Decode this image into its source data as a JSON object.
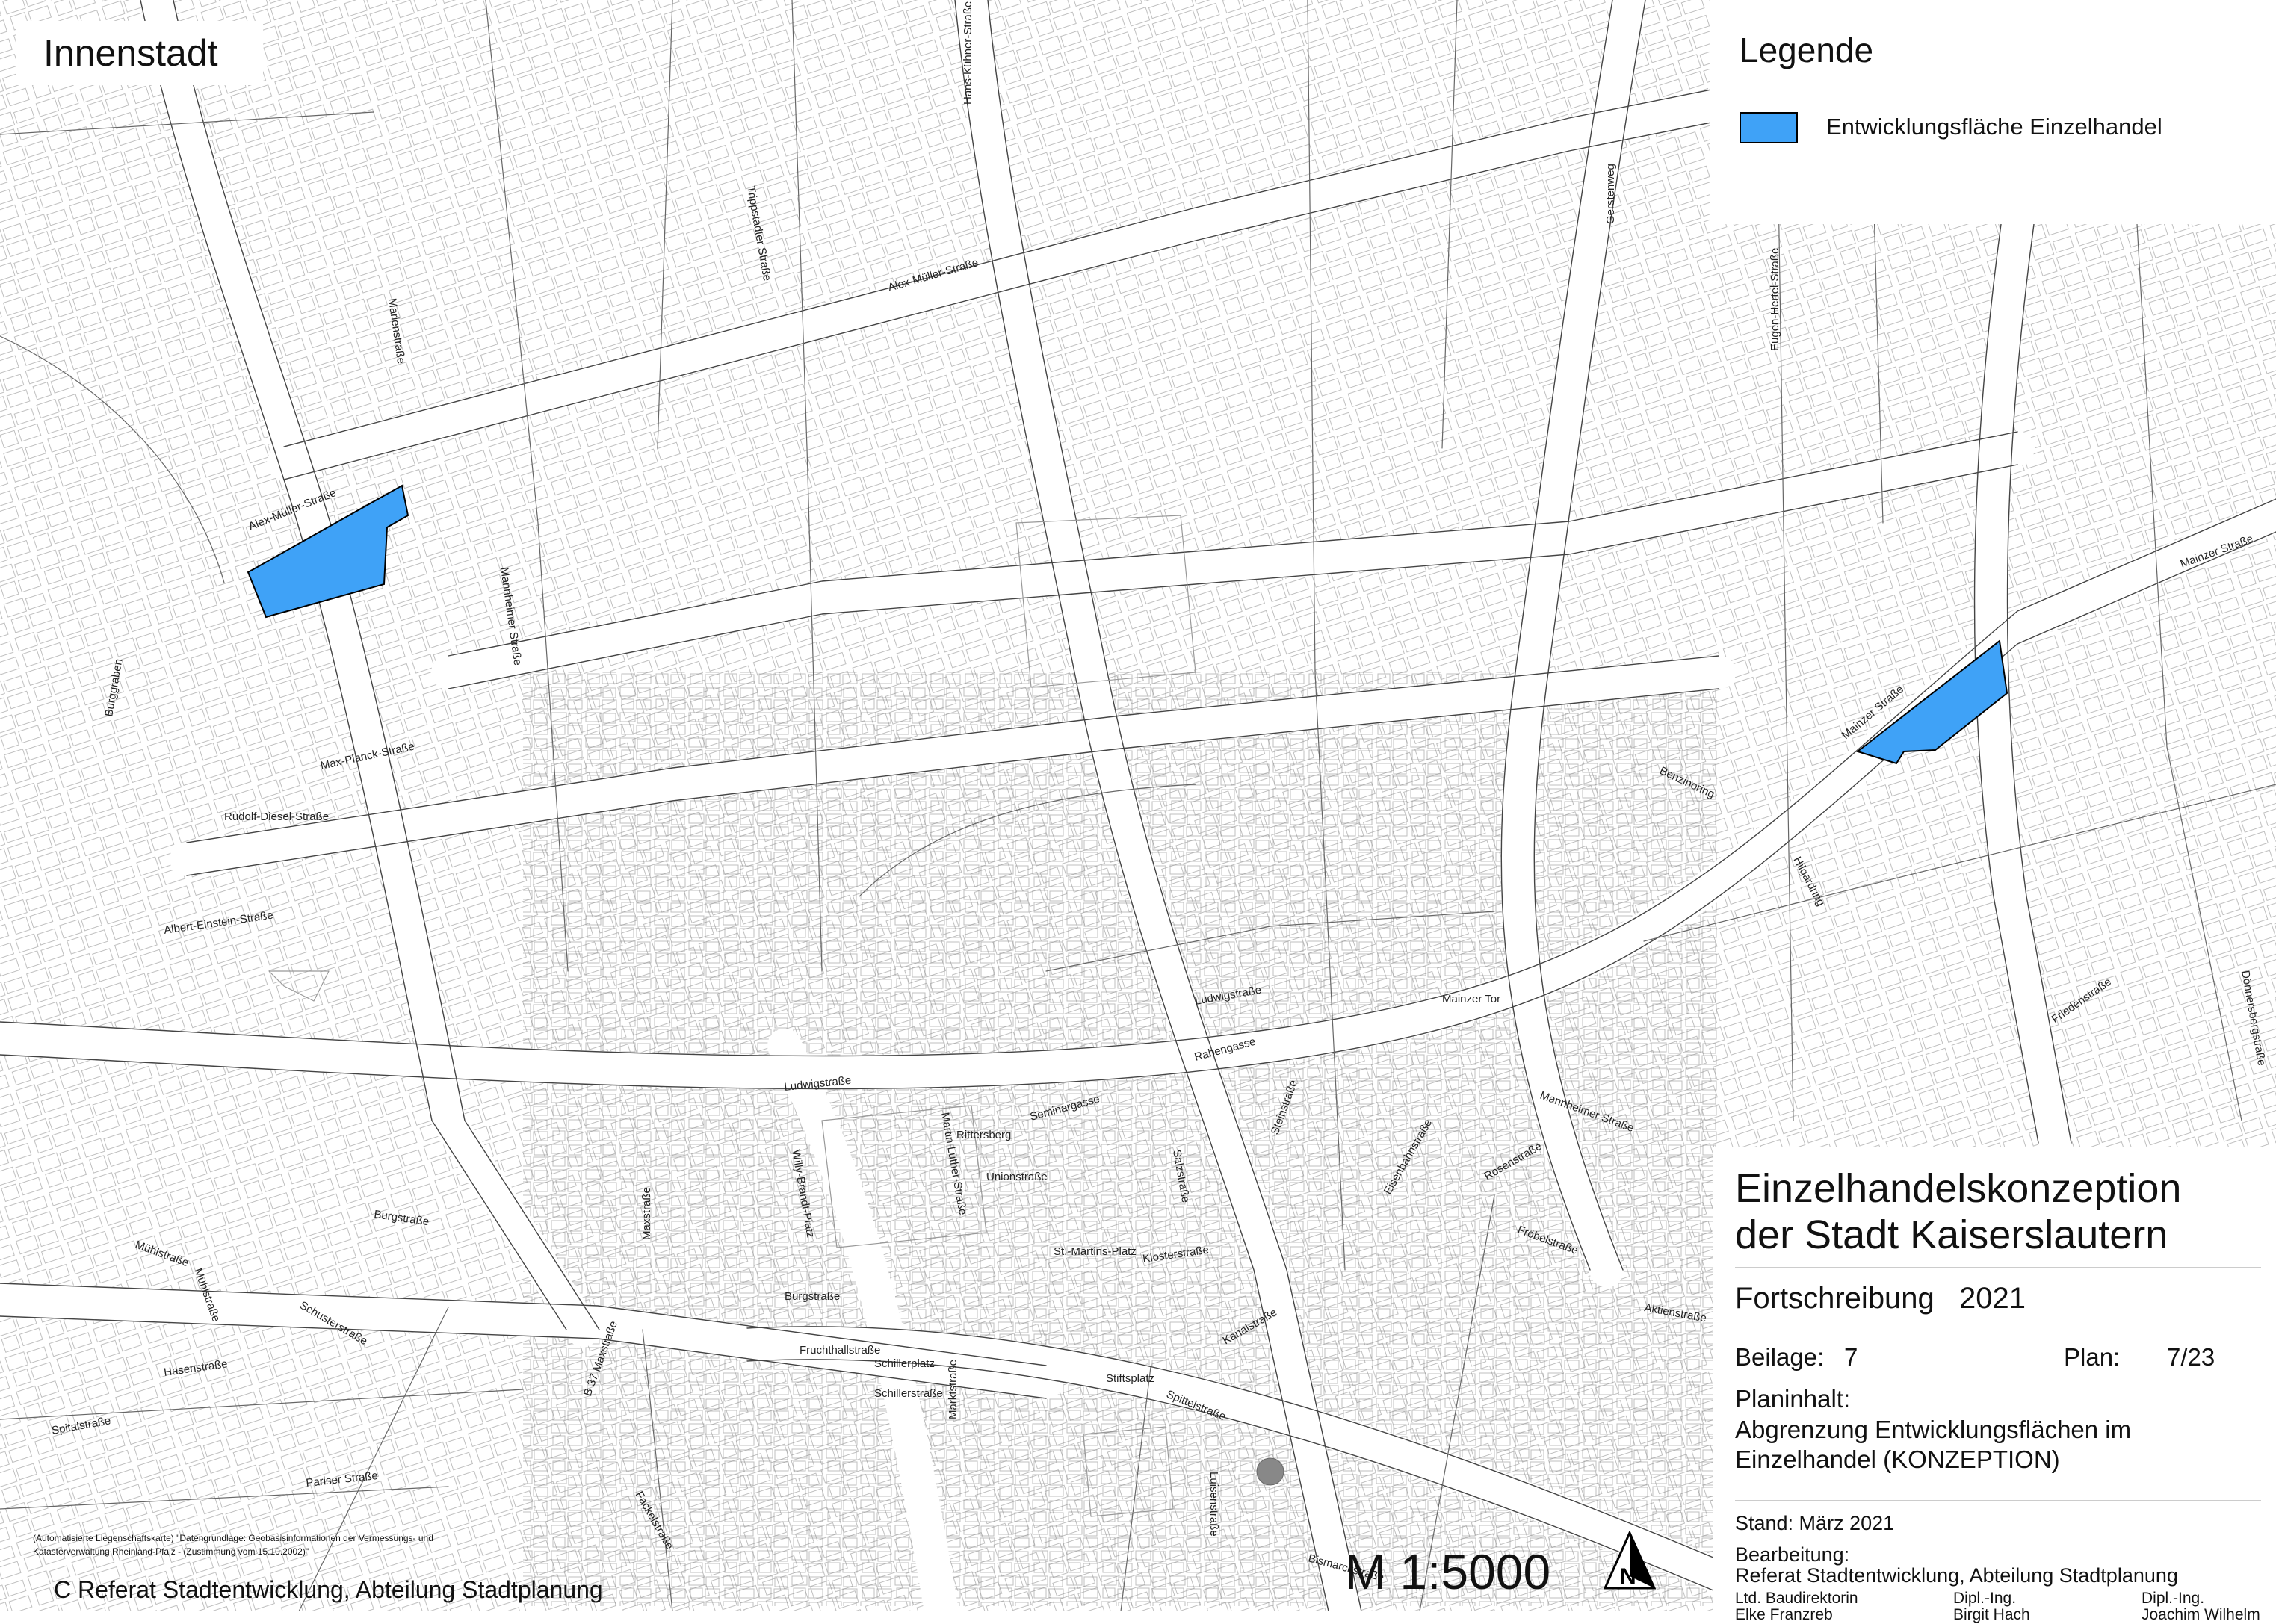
{
  "title": "Innenstadt",
  "legend": {
    "heading": "Legende",
    "items": [
      {
        "label": "Entwicklungsfläche Einzelhandel",
        "color": "#3fa2f7"
      }
    ]
  },
  "info": {
    "title_line1": "Einzelhandelskonzeption",
    "title_line2": "der Stadt Kaiserslautern",
    "fortschreibung_label": "Fortschreibung",
    "fortschreibung_year": "2021",
    "beilage_label": "Beilage:",
    "beilage_value": "7",
    "plan_label": "Plan:",
    "plan_value": "7/23",
    "planinhalt_label": "Planinhalt:",
    "planinhalt_text": "Abgrenzung Entwicklungsflächen im Einzelhandel (KONZEPTION)",
    "stand": "Stand: März 2021",
    "bearbeitung_label": "Bearbeitung:",
    "bearbeitung_text": "Referat Stadtentwicklung, Abteilung Stadtplanung",
    "people": [
      {
        "role": "Ltd. Baudirektorin",
        "name": "Elke Franzreb"
      },
      {
        "role": "Dipl.-Ing.",
        "name": "Birgit Hach"
      },
      {
        "role": "Dipl.-Ing.",
        "name": "Joachim Wilhelm"
      }
    ]
  },
  "scale": "M 1:5000",
  "north_label": "N",
  "copyright": "(Automatisierte Liegenschaftskarte) \"Datengrundlage: Geobasisinformationen der Vermessungs- und Katasterverwaltung Rheinland-Pfalz - (Zustimmung vom 15.10.2002)\"",
  "footer": "C   Referat Stadtentwicklung, Abteilung Stadtplanung",
  "streets": [
    "Alex-Müller-Straße",
    "Alex-Müller-Straße",
    "Burggraben",
    "Max-Planck-Straße",
    "Rudolf-Diesel-Straße",
    "Albert-Einstein-Straße",
    "Marienstraße",
    "Mannheimer Straße",
    "Trippstadter Straße",
    "Hans-Kühner-Straße",
    "Gerstenweg",
    "Eugen-Hertel-Straße",
    "Mainzer Straße",
    "Mainzer Straße",
    "Benzinoring",
    "Hilgardring",
    "Ludwigstraße",
    "Ludwigstraße",
    "Mainzer Tor",
    "Fackelstraße",
    "Mannheimer Straße",
    "Rittersberg",
    "Unionstraße",
    "Burgstraße",
    "Burgstraße",
    "Fruchthallstraße",
    "Maxstraße",
    "Spittelstraße",
    "Pariser Straße",
    "Spitalstraße",
    "Stiftsplatz",
    "Schillerplatz",
    "Schillerstraße",
    "Kanalstraße",
    "Martin-Luther-Straße",
    "Willy-Brandt-Platz",
    "Marktstraße",
    "Bismarckstraße",
    "Luisenstraße",
    "Friedenstraße",
    "Aktienstraße",
    "Hasenstraße",
    "B 37 Maxstraße",
    "Mühlstraße",
    "Schusterstraße",
    "Seminargasse",
    "Rabengasse",
    "Steinstraße",
    "Salzstraße",
    "Klosterstraße",
    "St.-Martins-Platz",
    "Eisenbahnstraße",
    "Mühlstraße",
    "Rosenstraße",
    "Fröbelstraße",
    "Dönnersbergstraße"
  ]
}
